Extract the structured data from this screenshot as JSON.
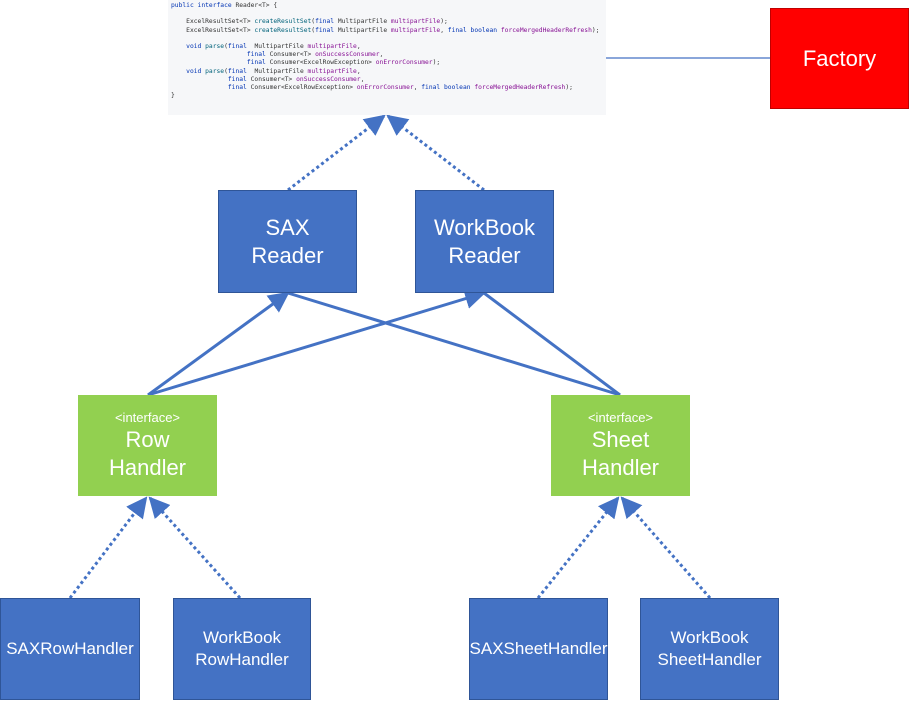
{
  "code": {
    "lines": [
      [
        {
          "t": "public interface ",
          "c": "kw"
        },
        {
          "t": "Reader<T> {",
          "c": "tp"
        }
      ],
      [],
      [
        {
          "t": "    ExcelResultSet<T> ",
          "c": "tp"
        },
        {
          "t": "createResultSet",
          "c": "mt"
        },
        {
          "t": "(",
          "c": "tp"
        },
        {
          "t": "final ",
          "c": "kw"
        },
        {
          "t": "MultipartFile ",
          "c": "tp"
        },
        {
          "t": "multipartFile",
          "c": "pr"
        },
        {
          "t": ");",
          "c": "tp"
        }
      ],
      [
        {
          "t": "    ExcelResultSet<T> ",
          "c": "tp"
        },
        {
          "t": "createResultSet",
          "c": "mt"
        },
        {
          "t": "(",
          "c": "tp"
        },
        {
          "t": "final ",
          "c": "kw"
        },
        {
          "t": "MultipartFile ",
          "c": "tp"
        },
        {
          "t": "multipartFile",
          "c": "pr"
        },
        {
          "t": ", ",
          "c": "tp"
        },
        {
          "t": "final boolean ",
          "c": "kw"
        },
        {
          "t": "forceMergedHeaderRefresh",
          "c": "pr"
        },
        {
          "t": ");",
          "c": "tp"
        }
      ],
      [],
      [
        {
          "t": "    ",
          "c": "tp"
        },
        {
          "t": "void ",
          "c": "kw"
        },
        {
          "t": "parse",
          "c": "mt"
        },
        {
          "t": "(",
          "c": "tp"
        },
        {
          "t": "final  ",
          "c": "kw"
        },
        {
          "t": "MultipartFile ",
          "c": "tp"
        },
        {
          "t": "multipartFile",
          "c": "pr"
        },
        {
          "t": ",",
          "c": "tp"
        }
      ],
      [
        {
          "t": "                    ",
          "c": "tp"
        },
        {
          "t": "final ",
          "c": "kw"
        },
        {
          "t": "Consumer<T> ",
          "c": "tp"
        },
        {
          "t": "onSuccessConsumer",
          "c": "pr"
        },
        {
          "t": ",",
          "c": "tp"
        }
      ],
      [
        {
          "t": "                    ",
          "c": "tp"
        },
        {
          "t": "final ",
          "c": "kw"
        },
        {
          "t": "Consumer<ExcelRowException> ",
          "c": "tp"
        },
        {
          "t": "onErrorConsumer",
          "c": "pr"
        },
        {
          "t": ");",
          "c": "tp"
        }
      ],
      [
        {
          "t": "    ",
          "c": "tp"
        },
        {
          "t": "void ",
          "c": "kw"
        },
        {
          "t": "parse",
          "c": "mt"
        },
        {
          "t": "(",
          "c": "tp"
        },
        {
          "t": "final  ",
          "c": "kw"
        },
        {
          "t": "MultipartFile ",
          "c": "tp"
        },
        {
          "t": "multipartFile",
          "c": "pr"
        },
        {
          "t": ",",
          "c": "tp"
        }
      ],
      [
        {
          "t": "               ",
          "c": "tp"
        },
        {
          "t": "final ",
          "c": "kw"
        },
        {
          "t": "Consumer<T> ",
          "c": "tp"
        },
        {
          "t": "onSuccessConsumer",
          "c": "pr"
        },
        {
          "t": ",",
          "c": "tp"
        }
      ],
      [
        {
          "t": "               ",
          "c": "tp"
        },
        {
          "t": "final ",
          "c": "kw"
        },
        {
          "t": "Consumer<ExcelRowException> ",
          "c": "tp"
        },
        {
          "t": "onErrorConsumer",
          "c": "pr"
        },
        {
          "t": ", ",
          "c": "tp"
        },
        {
          "t": "final boolean ",
          "c": "kw"
        },
        {
          "t": "forceMergedHeaderRefresh",
          "c": "pr"
        },
        {
          "t": ");",
          "c": "tp"
        }
      ],
      [
        {
          "t": "}",
          "c": "tp"
        }
      ]
    ]
  },
  "factory": {
    "label": "Factory"
  },
  "sax_reader": {
    "line1": "SAX",
    "line2": "Reader"
  },
  "workbook_reader": {
    "line1": "WorkBook",
    "line2": "Reader"
  },
  "row_handler": {
    "stereotype": "<interface>",
    "line1": "Row",
    "line2": "Handler"
  },
  "sheet_handler": {
    "stereotype": "<interface>",
    "line1": "Sheet",
    "line2": "Handler"
  },
  "sax_row_handler": {
    "line1": "SAXRowHandler"
  },
  "workbook_row_handler": {
    "line1": "WorkBook",
    "line2": "RowHandler"
  },
  "sax_sheet_handler": {
    "line1": "SAXSheetHandler"
  },
  "workbook_sheet_handler": {
    "line1": "WorkBook",
    "line2": "SheetHandler"
  },
  "colors": {
    "node_blue": "#4472c4",
    "interface_green": "#92d050",
    "factory_red": "#ff0000",
    "connector": "#4472c4"
  }
}
